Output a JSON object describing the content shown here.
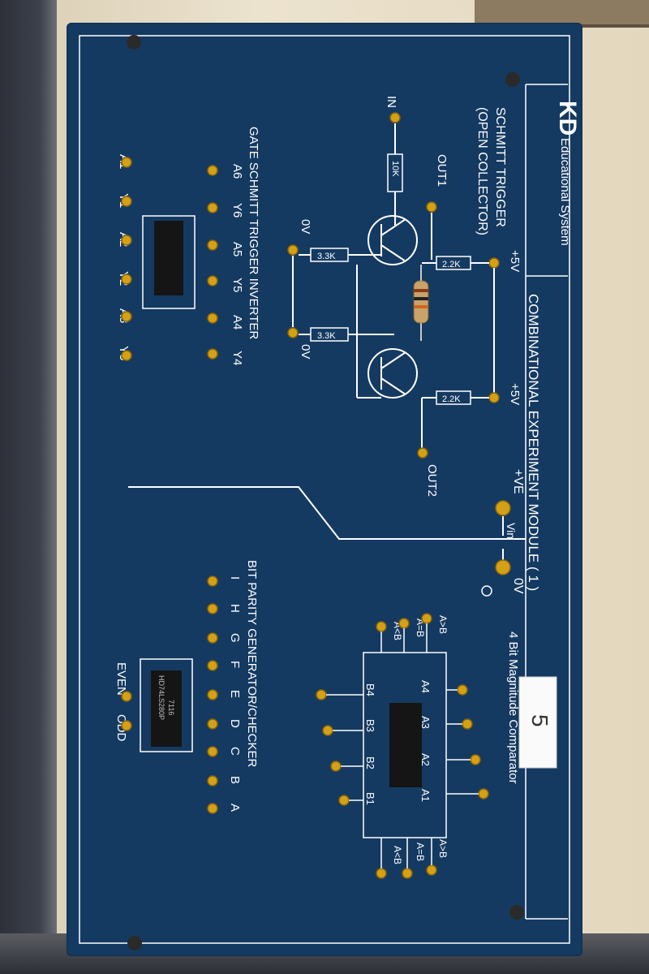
{
  "brand": {
    "logo": "KD",
    "name": "Educational System"
  },
  "module_title": "COMBINATIONAL EXPERIMENT MODULE ( 1 )",
  "power": {
    "pos": "+VE",
    "vin": "Vin",
    "zero": "0V"
  },
  "schmitt": {
    "title": "SCHMITT TRIGGER",
    "subtitle": "(OPEN COLLECTOR)",
    "in": "IN",
    "out1": "OUT1",
    "out2": "OUT2",
    "v5a": "+5V",
    "v5b": "+5V",
    "zva": "0V",
    "zvb": "0V",
    "r10k": "10K",
    "r33a": "3.3K",
    "r33b": "3.3K",
    "r22a": "2.2K",
    "r22b": "2.2K"
  },
  "inverter": {
    "title": "GATE SCHMITT TRIGGER INVERTER",
    "top_pins": [
      "A6",
      "Y6",
      "A5",
      "Y5",
      "A4",
      "Y4"
    ],
    "bottom_pins": [
      "A1",
      "Y1",
      "A2",
      "Y2",
      "A3",
      "Y3"
    ]
  },
  "parity": {
    "title": "BIT PARITY GENERATOR/CHECKER",
    "inputs": [
      "I",
      "H",
      "G",
      "F",
      "E",
      "D",
      "C",
      "B",
      "A"
    ],
    "even": "EVEN",
    "odd": "ODD",
    "chip_line1": "HD74LS280P",
    "chip_line2": "7116"
  },
  "comparator": {
    "title": "4 Bit Magnitude Comparator",
    "a_pins": [
      "A4",
      "A3",
      "A2",
      "A1"
    ],
    "b_pins": [
      "B4",
      "B3",
      "B2",
      "B1"
    ],
    "top_outs": [
      "A>B",
      "A=B",
      "A<B"
    ],
    "bottom_outs": [
      "A>B",
      "A=B",
      "A<B"
    ]
  },
  "sticker": "5",
  "colors": {
    "board": "#153a61",
    "silk": "#ffffff",
    "pin": "#d4a016",
    "wood": "#e6dcc6"
  }
}
